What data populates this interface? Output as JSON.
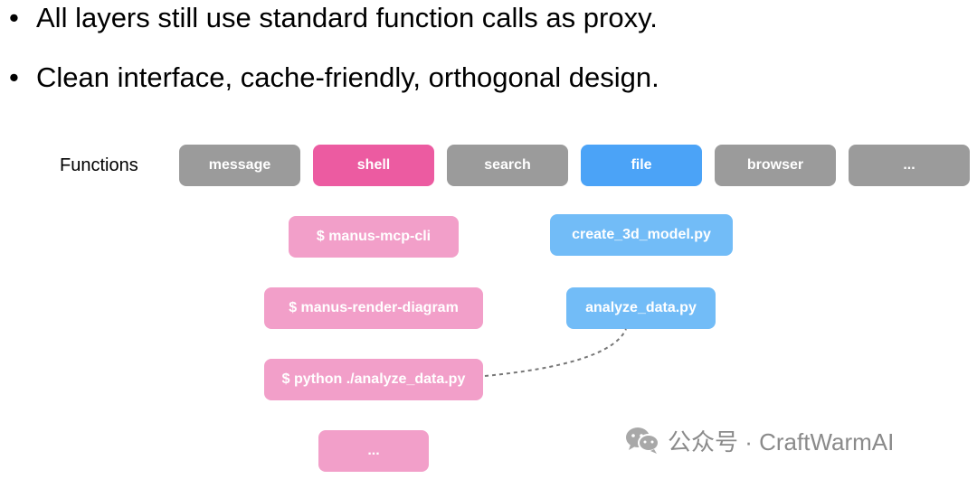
{
  "bullets": [
    "All layers still use standard function calls as proxy.",
    "Clean interface, cache-friendly, orthogonal design."
  ],
  "functions_row": {
    "label": "Functions",
    "items": [
      {
        "label": "message",
        "color": "#9b9b9b"
      },
      {
        "label": "shell",
        "color": "#ec5ba1"
      },
      {
        "label": "search",
        "color": "#9b9b9b"
      },
      {
        "label": "file",
        "color": "#4ba3f7"
      },
      {
        "label": "browser",
        "color": "#9b9b9b"
      },
      {
        "label": "...",
        "color": "#9b9b9b"
      }
    ]
  },
  "shell_commands": [
    "$ manus-mcp-cli",
    "$ manus-render-diagram",
    "$ python ./analyze_data.py",
    "..."
  ],
  "files": [
    "create_3d_model.py",
    "analyze_data.py"
  ],
  "colors": {
    "shell_sub": "#f29fc9",
    "file_sub": "#72bcf7",
    "connector": "#777777"
  },
  "watermark": {
    "icon": "wechat-icon",
    "text": "公众号 · CraftWarmAI"
  }
}
